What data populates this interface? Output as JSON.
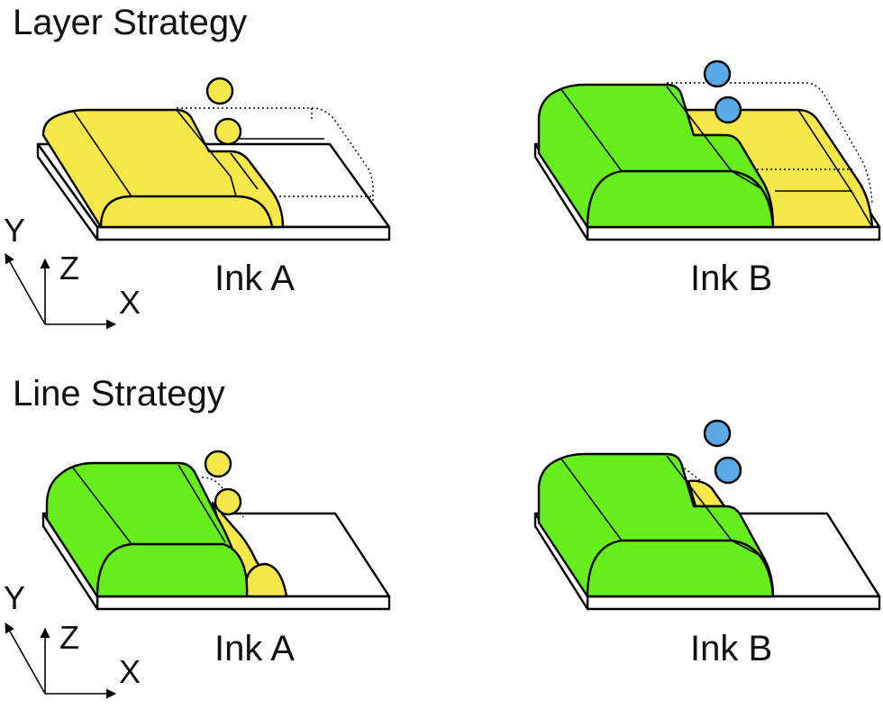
{
  "sections": {
    "layer_title": "Layer Strategy",
    "line_title": "Line Strategy"
  },
  "labels": {
    "ink_a": "Ink A",
    "ink_b": "Ink B"
  },
  "axes": {
    "x": "X",
    "y": "Y",
    "z": "Z"
  },
  "colors": {
    "ink_a": "#f7e84a",
    "ink_b": "#66ee1c",
    "droplet_a": "#f7e84a",
    "droplet_b": "#5aa9e6",
    "substrate": "#ffffff"
  }
}
